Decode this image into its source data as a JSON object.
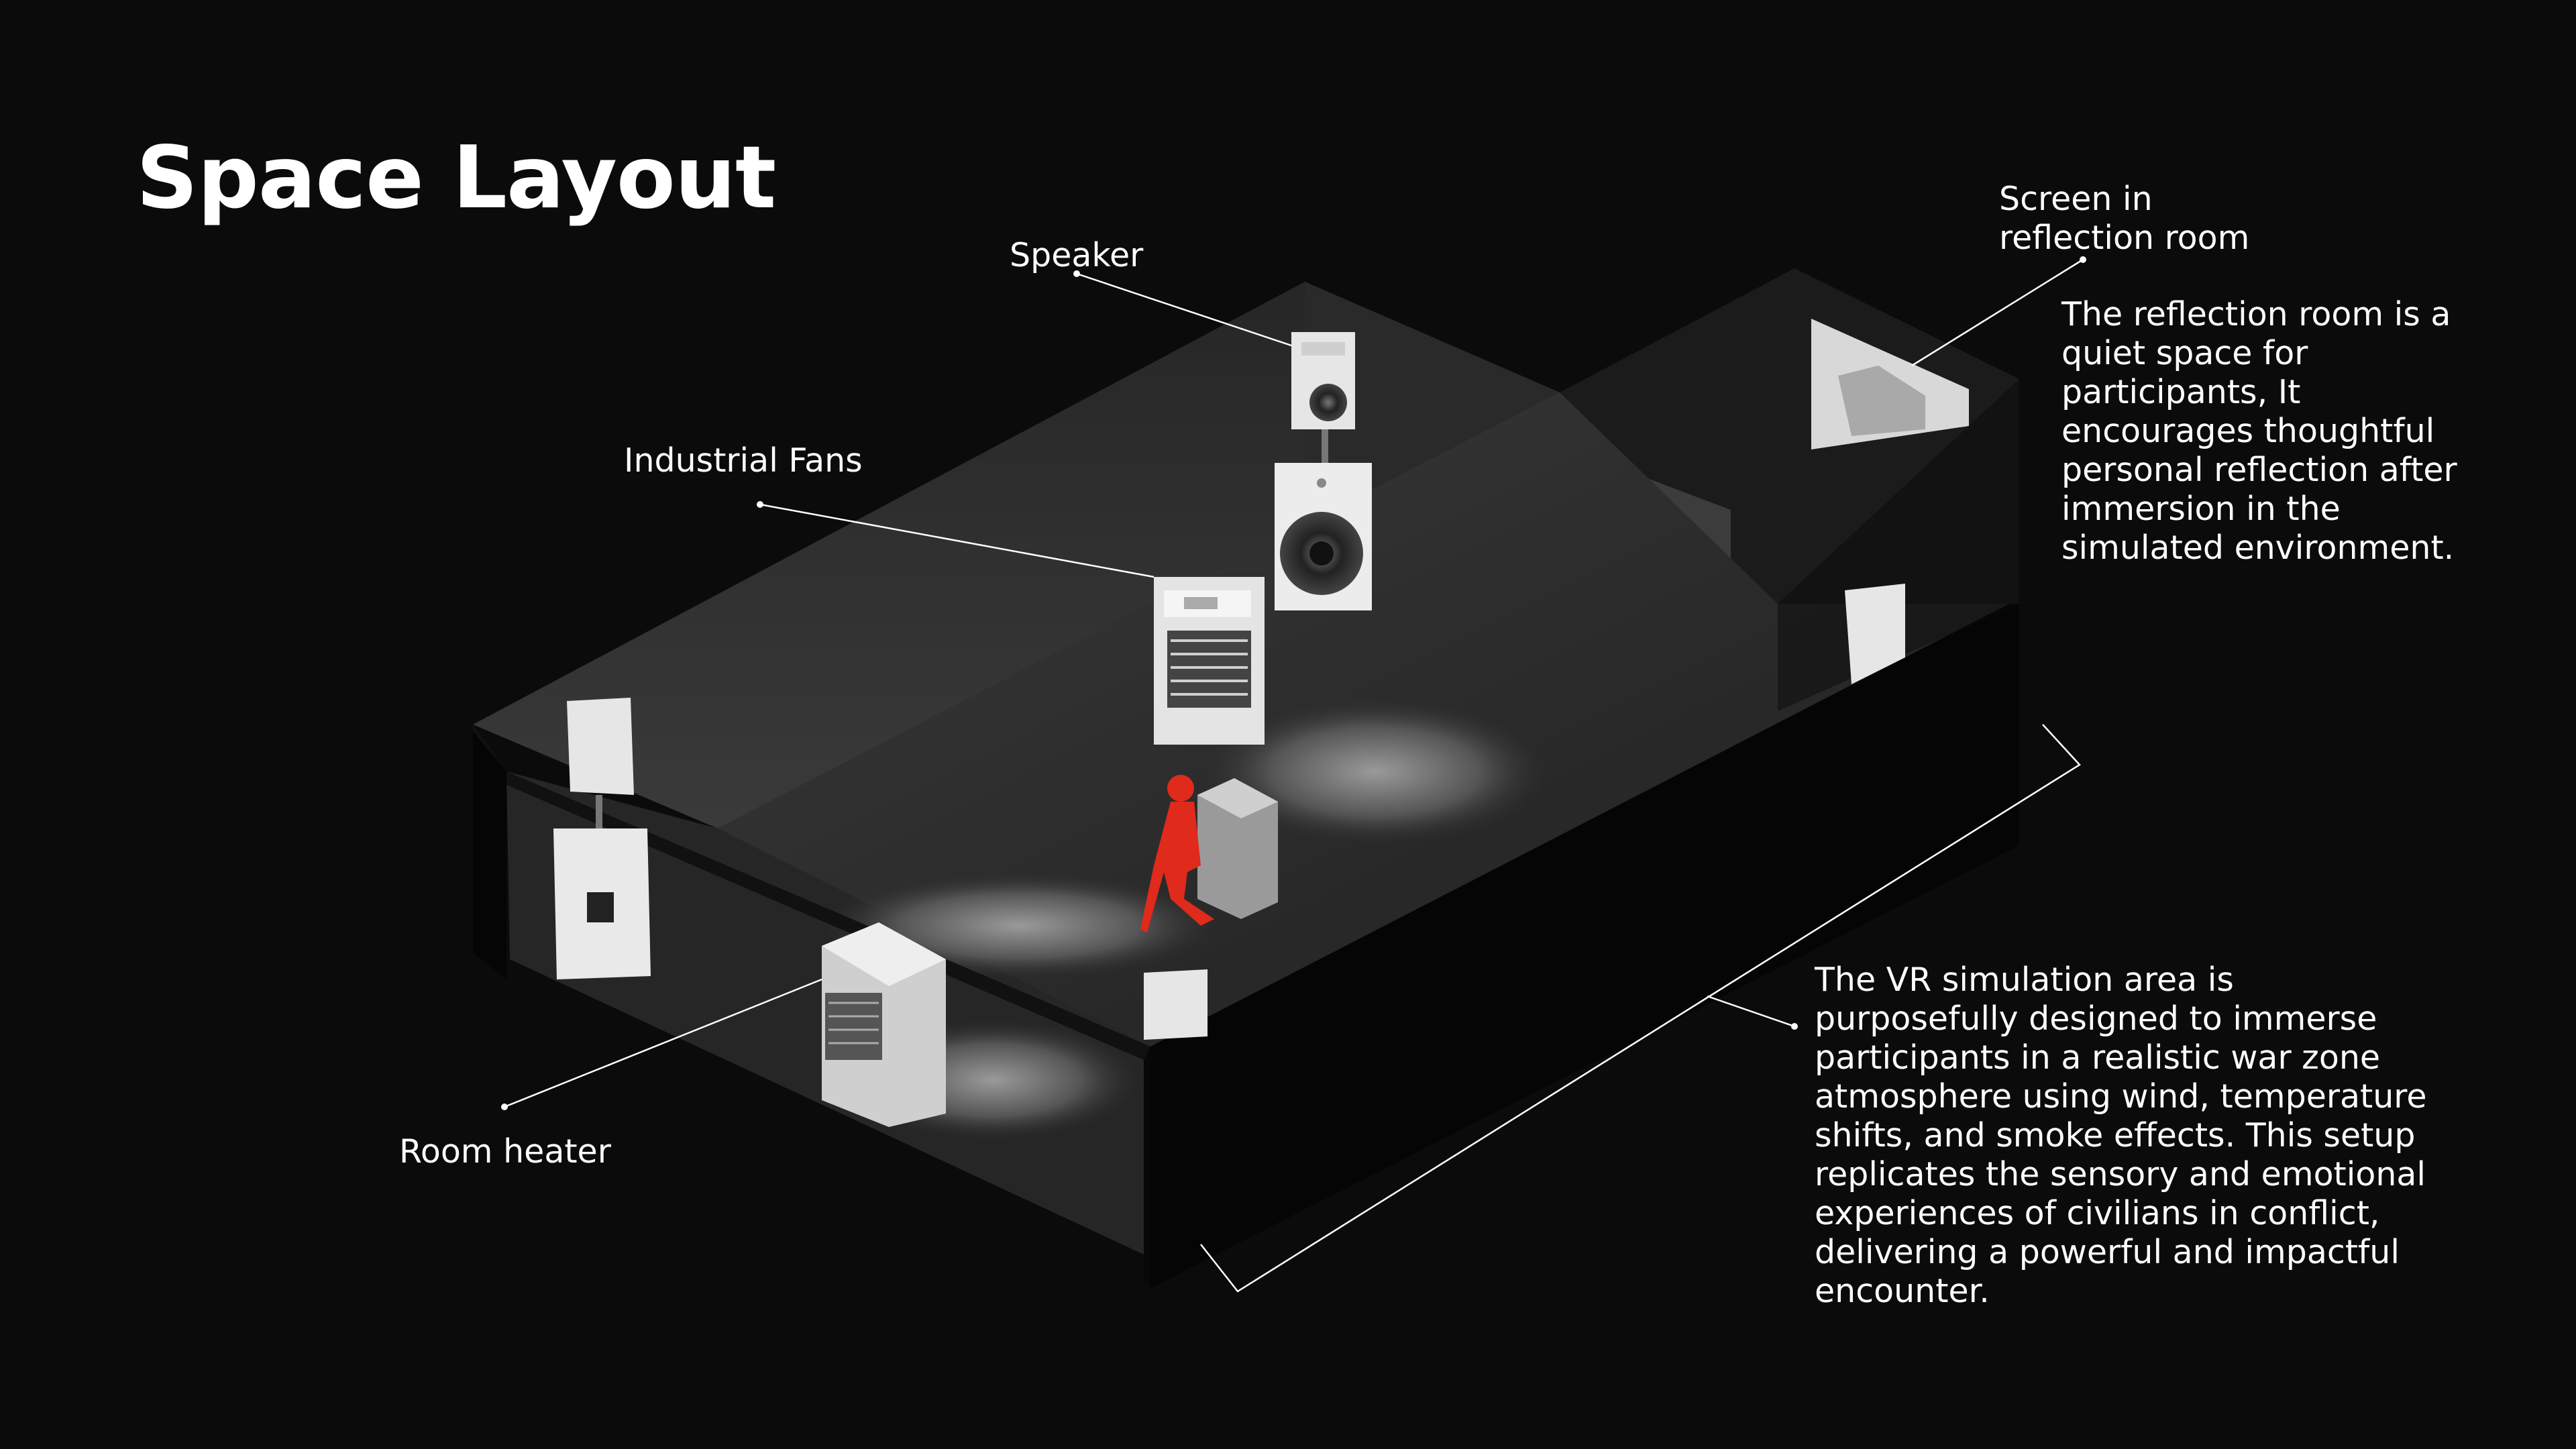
{
  "title": "Space Layout",
  "labels": {
    "speaker": "Speaker",
    "industrial_fans": "Industrial Fans",
    "room_heater": "Room heater",
    "screen": [
      "Screen in",
      "reflection room"
    ]
  },
  "reflection_text": [
    "The reflection room is a",
    "quiet space for",
    "participants, It",
    "encourages thoughtful",
    "personal reflection after",
    "immersion in the",
    "simulated environment."
  ],
  "vr_text": [
    "The VR simulation area is",
    "purposefully designed to immerse",
    "participants in a realistic war zone",
    "atmosphere using wind, temperature",
    "shifts, and smoke effects. This setup",
    "replicates the sensory and emotional",
    "experiences of civilians in conflict,",
    "delivering a powerful and impactful",
    "encounter."
  ],
  "colors": {
    "background": "#0b0b0b",
    "wall_dark": "#050505",
    "floor": "#2d2d2d",
    "equipment": "#e6e6e6",
    "figure": "#e02a1c"
  }
}
